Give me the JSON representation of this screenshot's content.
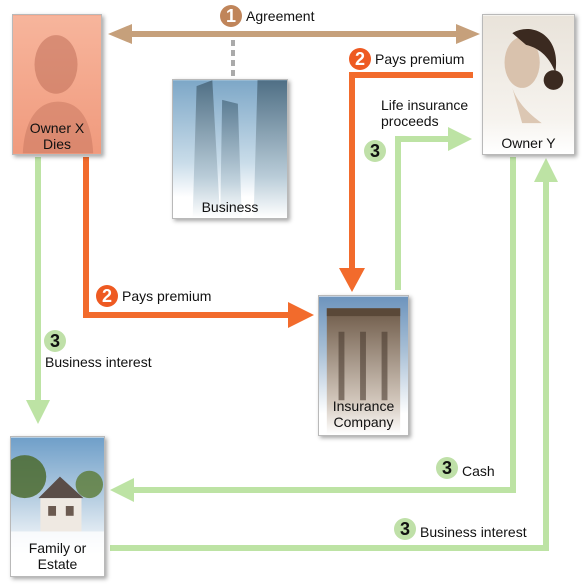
{
  "boxes": {
    "owner_x": "Owner X\nDies",
    "business": "Business",
    "owner_y": "Owner Y",
    "insurance": "Insurance\nCompany",
    "family": "Family or\nEstate"
  },
  "flows": [
    {
      "step": "1",
      "label": "Agreement"
    },
    {
      "step": "2",
      "label": "Pays premium"
    },
    {
      "step": "3",
      "label": "Life insurance\nproceeds"
    },
    {
      "step": "2",
      "label": "Pays premium"
    },
    {
      "step": "3",
      "label": "Business interest"
    },
    {
      "step": "3",
      "label": "Cash"
    },
    {
      "step": "3",
      "label": "Business interest"
    }
  ],
  "colors": {
    "agreement": "#c6a07b",
    "premium": "#f26b2c",
    "proceeds": "#bde3a4",
    "owner_x_fill": "#f4a287"
  }
}
